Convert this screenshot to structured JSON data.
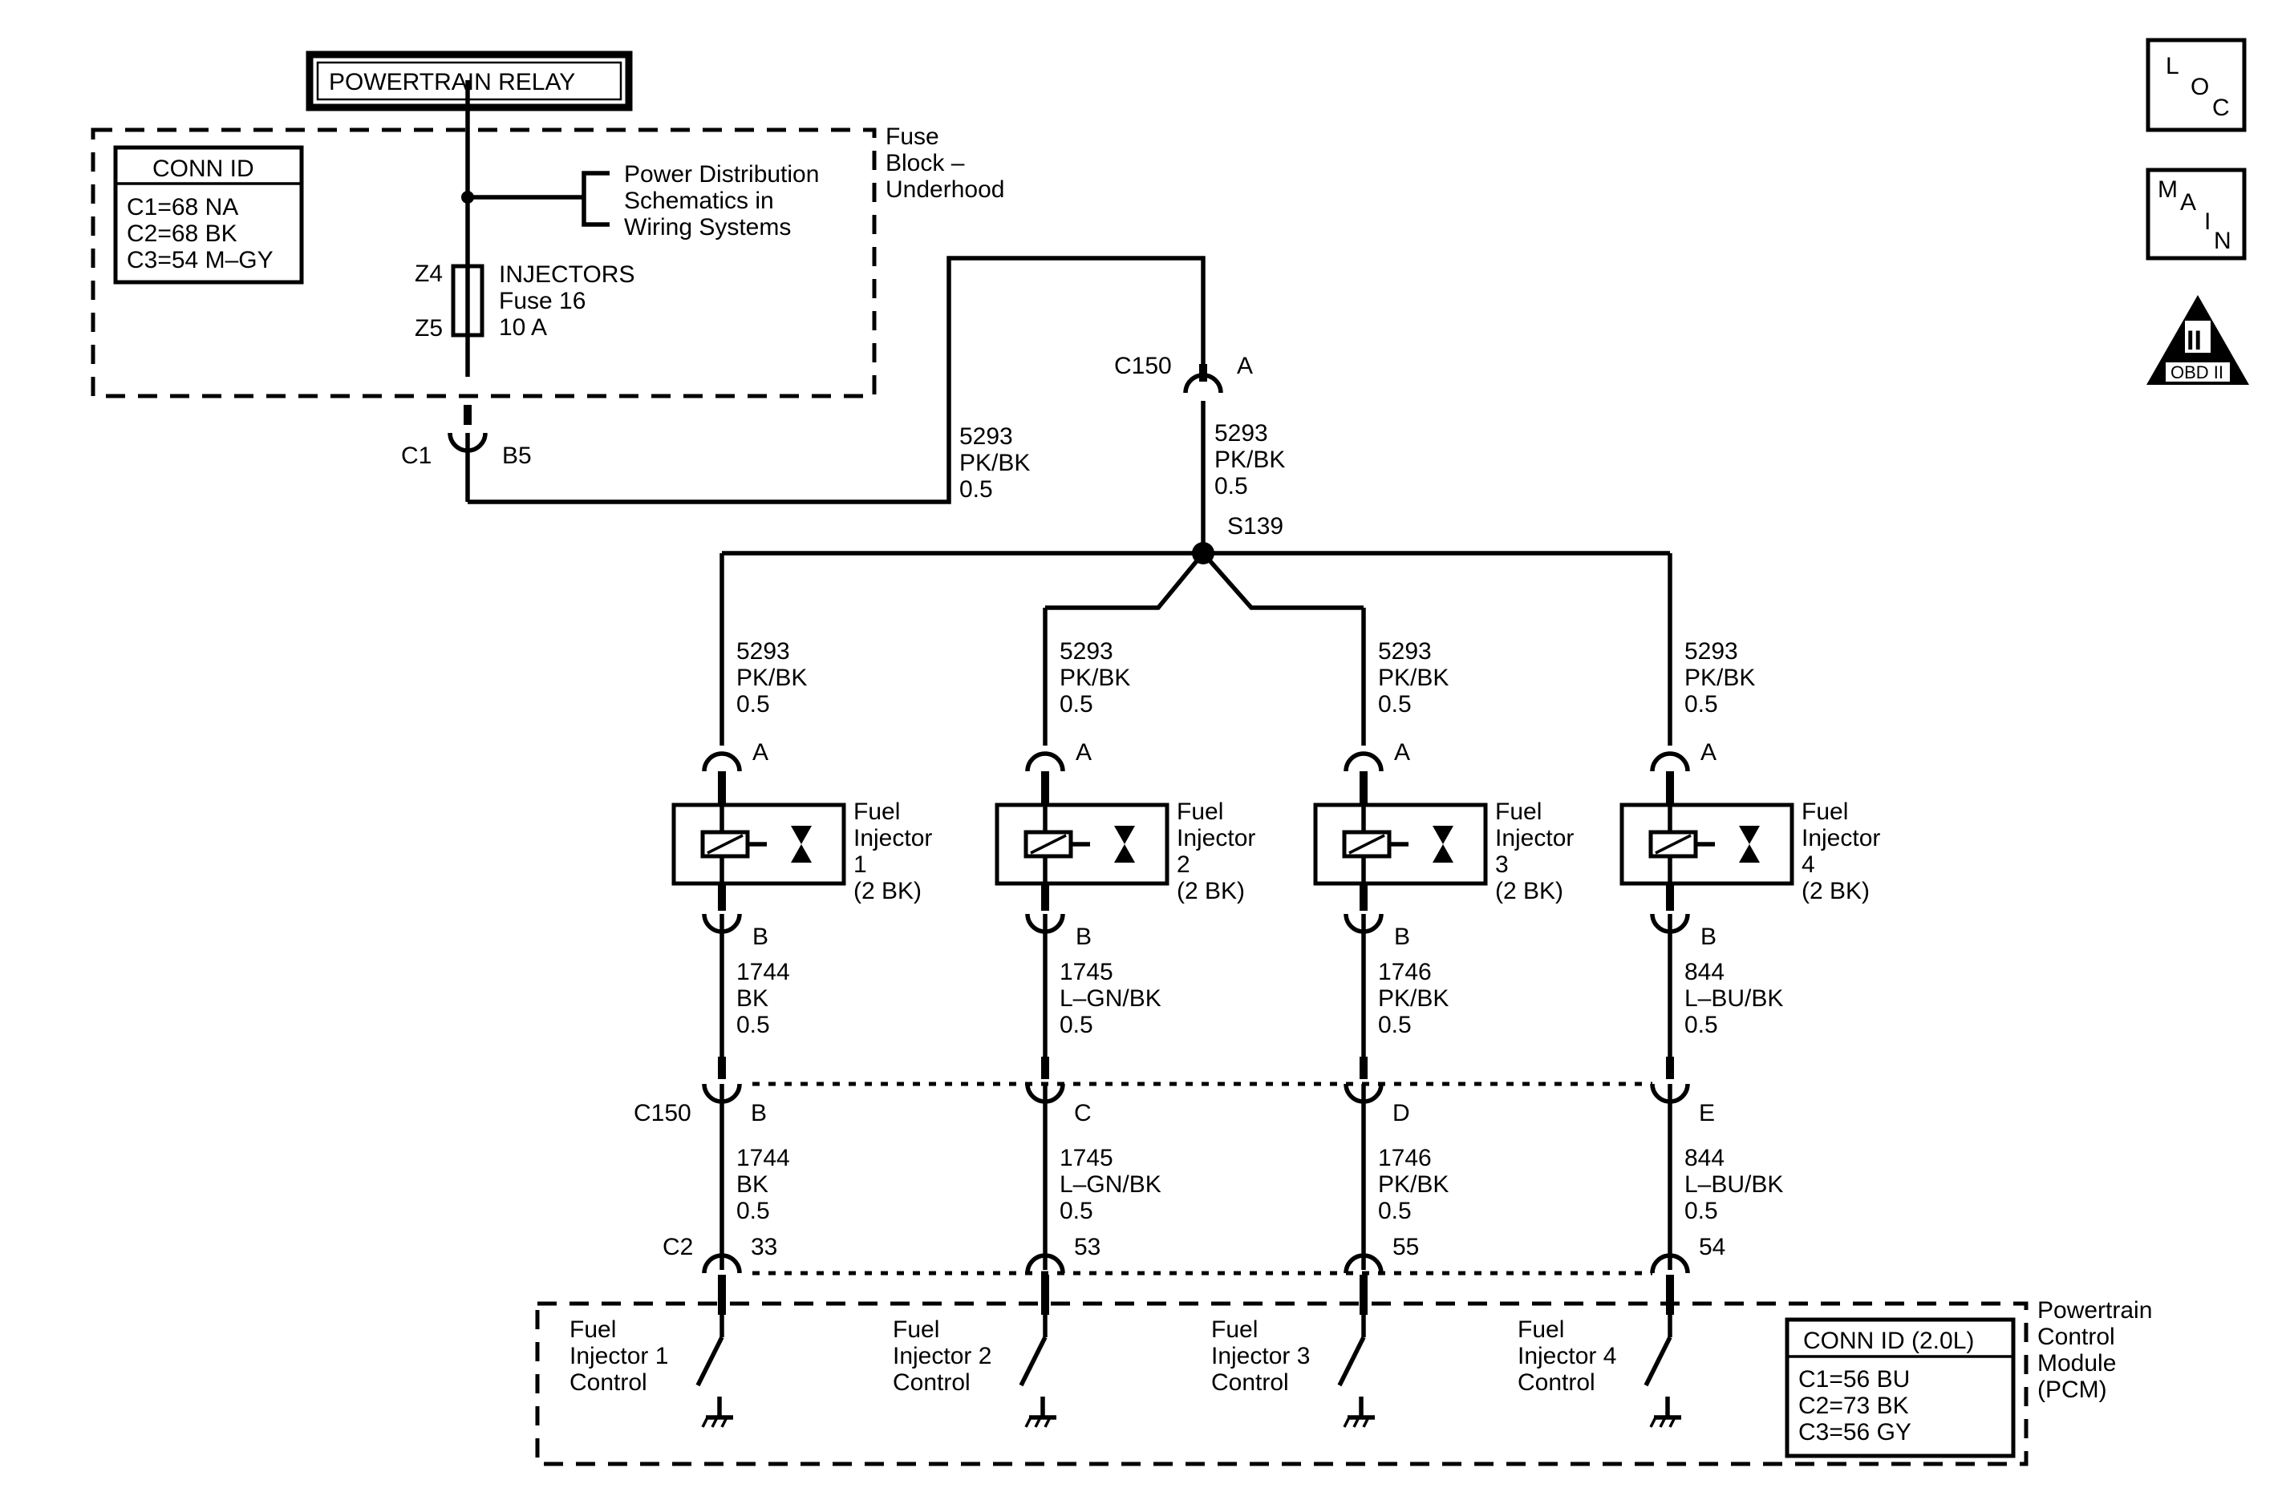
{
  "powertrain_relay": "POWERTRAIN RELAY",
  "fuse_block": {
    "label": [
      "Fuse",
      "Block –",
      "Underhood"
    ]
  },
  "fuse_conn_id": {
    "title": "CONN ID",
    "lines": [
      "C1=68 NA",
      "C2=68 BK",
      "C3=54 M–GY"
    ]
  },
  "power_distribution": [
    "Power Distribution",
    "Schematics in",
    "Wiring Systems"
  ],
  "fuse": {
    "top_pin": "Z4",
    "bottom_pin": "Z5",
    "lines": [
      "INJECTORS",
      "Fuse 16",
      "10 A"
    ]
  },
  "c1": {
    "connector": "C1",
    "pin": "B5"
  },
  "feed_wire": [
    "5293",
    "PK/BK",
    "0.5"
  ],
  "c150_top": {
    "connector": "C150",
    "pin": "A"
  },
  "c150_wire": [
    "5293",
    "PK/BK",
    "0.5"
  ],
  "splice": "S139",
  "injectors": [
    {
      "name": [
        "Fuel",
        "Injector",
        "1",
        "(2 BK)"
      ],
      "pin_a": "A",
      "pin_b": "B",
      "feed": [
        "5293",
        "PK/BK",
        "0.5"
      ],
      "control": [
        "1744",
        "BK",
        "0.5"
      ],
      "c150_pin": "B",
      "harness": [
        "1744",
        "BK",
        "0.5"
      ],
      "pcm_pin": "33",
      "pcm_label": [
        "Fuel",
        "Injector 1",
        "Control"
      ]
    },
    {
      "name": [
        "Fuel",
        "Injector",
        "2",
        "(2 BK)"
      ],
      "pin_a": "A",
      "pin_b": "B",
      "feed": [
        "5293",
        "PK/BK",
        "0.5"
      ],
      "control": [
        "1745",
        "L–GN/BK",
        "0.5"
      ],
      "c150_pin": "C",
      "harness": [
        "1745",
        "L–GN/BK",
        "0.5"
      ],
      "pcm_pin": "53",
      "pcm_label": [
        "Fuel",
        "Injector 2",
        "Control"
      ]
    },
    {
      "name": [
        "Fuel",
        "Injector",
        "3",
        "(2 BK)"
      ],
      "pin_a": "A",
      "pin_b": "B",
      "feed": [
        "5293",
        "PK/BK",
        "0.5"
      ],
      "control": [
        "1746",
        "PK/BK",
        "0.5"
      ],
      "c150_pin": "D",
      "harness": [
        "1746",
        "PK/BK",
        "0.5"
      ],
      "pcm_pin": "55",
      "pcm_label": [
        "Fuel",
        "Injector 3",
        "Control"
      ]
    },
    {
      "name": [
        "Fuel",
        "Injector",
        "4",
        "(2 BK)"
      ],
      "pin_a": "A",
      "pin_b": "B",
      "feed": [
        "5293",
        "PK/BK",
        "0.5"
      ],
      "control": [
        "844",
        "L–BU/BK",
        "0.5"
      ],
      "c150_pin": "E",
      "harness": [
        "844",
        "L–BU/BK",
        "0.5"
      ],
      "pcm_pin": "54",
      "pcm_label": [
        "Fuel",
        "Injector 4",
        "Control"
      ]
    }
  ],
  "c150_bottom": "C150",
  "c2": "C2",
  "pcm": {
    "label": [
      "Powertrain",
      "Control",
      "Module",
      "(PCM)"
    ]
  },
  "pcm_conn_id": {
    "title": "CONN ID (2.0L)",
    "lines": [
      "C1=56 BU",
      "C2=73 BK",
      "C3=56 GY"
    ]
  },
  "nav": {
    "loc": [
      "L",
      "O",
      "C"
    ],
    "main": [
      "M",
      "A",
      "I",
      "N"
    ],
    "obd_symbol": "II",
    "obd_label": "OBD II"
  }
}
